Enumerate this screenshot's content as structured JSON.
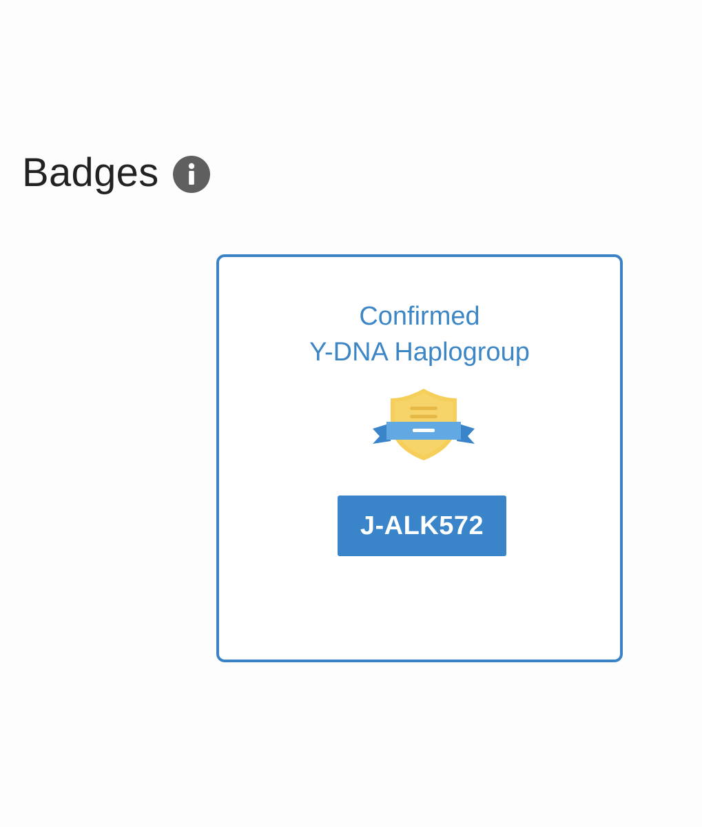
{
  "section": {
    "title": "Badges",
    "info_icon": "info-circle-icon"
  },
  "badge": {
    "title_line1": "Confirmed",
    "title_line2": "Y-DNA Haplogroup",
    "icon": "shield-ribbon-icon",
    "haplogroup": "J-ALK572"
  },
  "colors": {
    "accent": "#3a84c9",
    "card_border": "#3a82c4",
    "shield": "#f5cf5a",
    "ribbon": "#62a9e3",
    "title_text": "#222222",
    "info_icon": "#5f5f5f"
  }
}
